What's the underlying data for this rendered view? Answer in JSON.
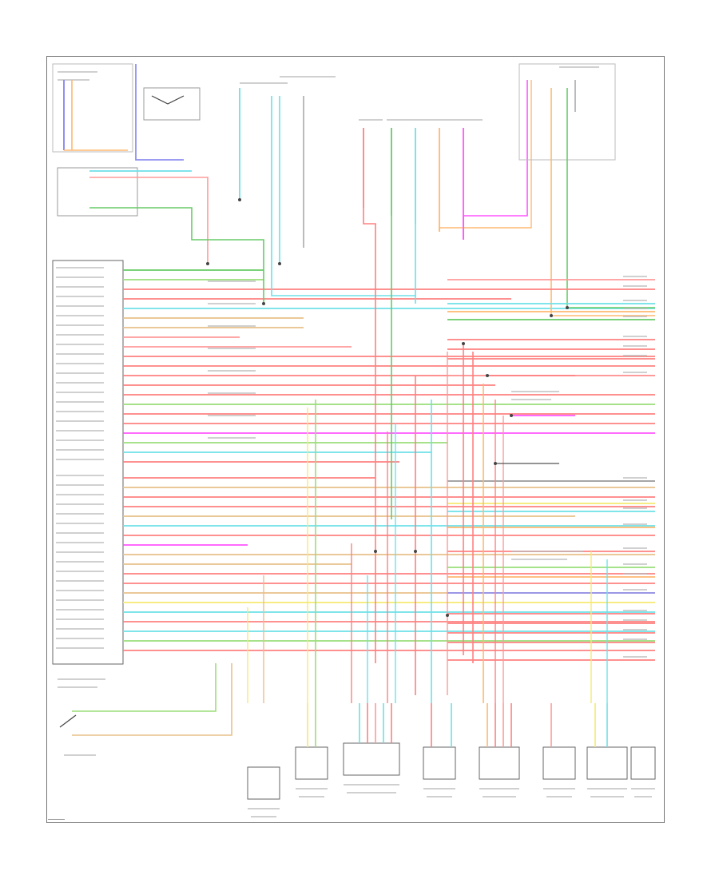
{
  "diagram": {
    "wire_colors": {
      "red": "#ff8080",
      "pink": "#ff9a9a",
      "green": "#66cc66",
      "light_green": "#9ade7a",
      "cyan": "#6ee0e8",
      "orange": "#ffb870",
      "tan": "#e8c08a",
      "yellow": "#f4ea70",
      "magenta": "#ff55ff",
      "blue": "#8f8ff0",
      "purple": "#c88ae8",
      "gray": "#9a9a9a",
      "dark": "#555555"
    },
    "left_pins": 40,
    "right_pins": 22,
    "bottom_components": 8,
    "corner_label": "———"
  }
}
